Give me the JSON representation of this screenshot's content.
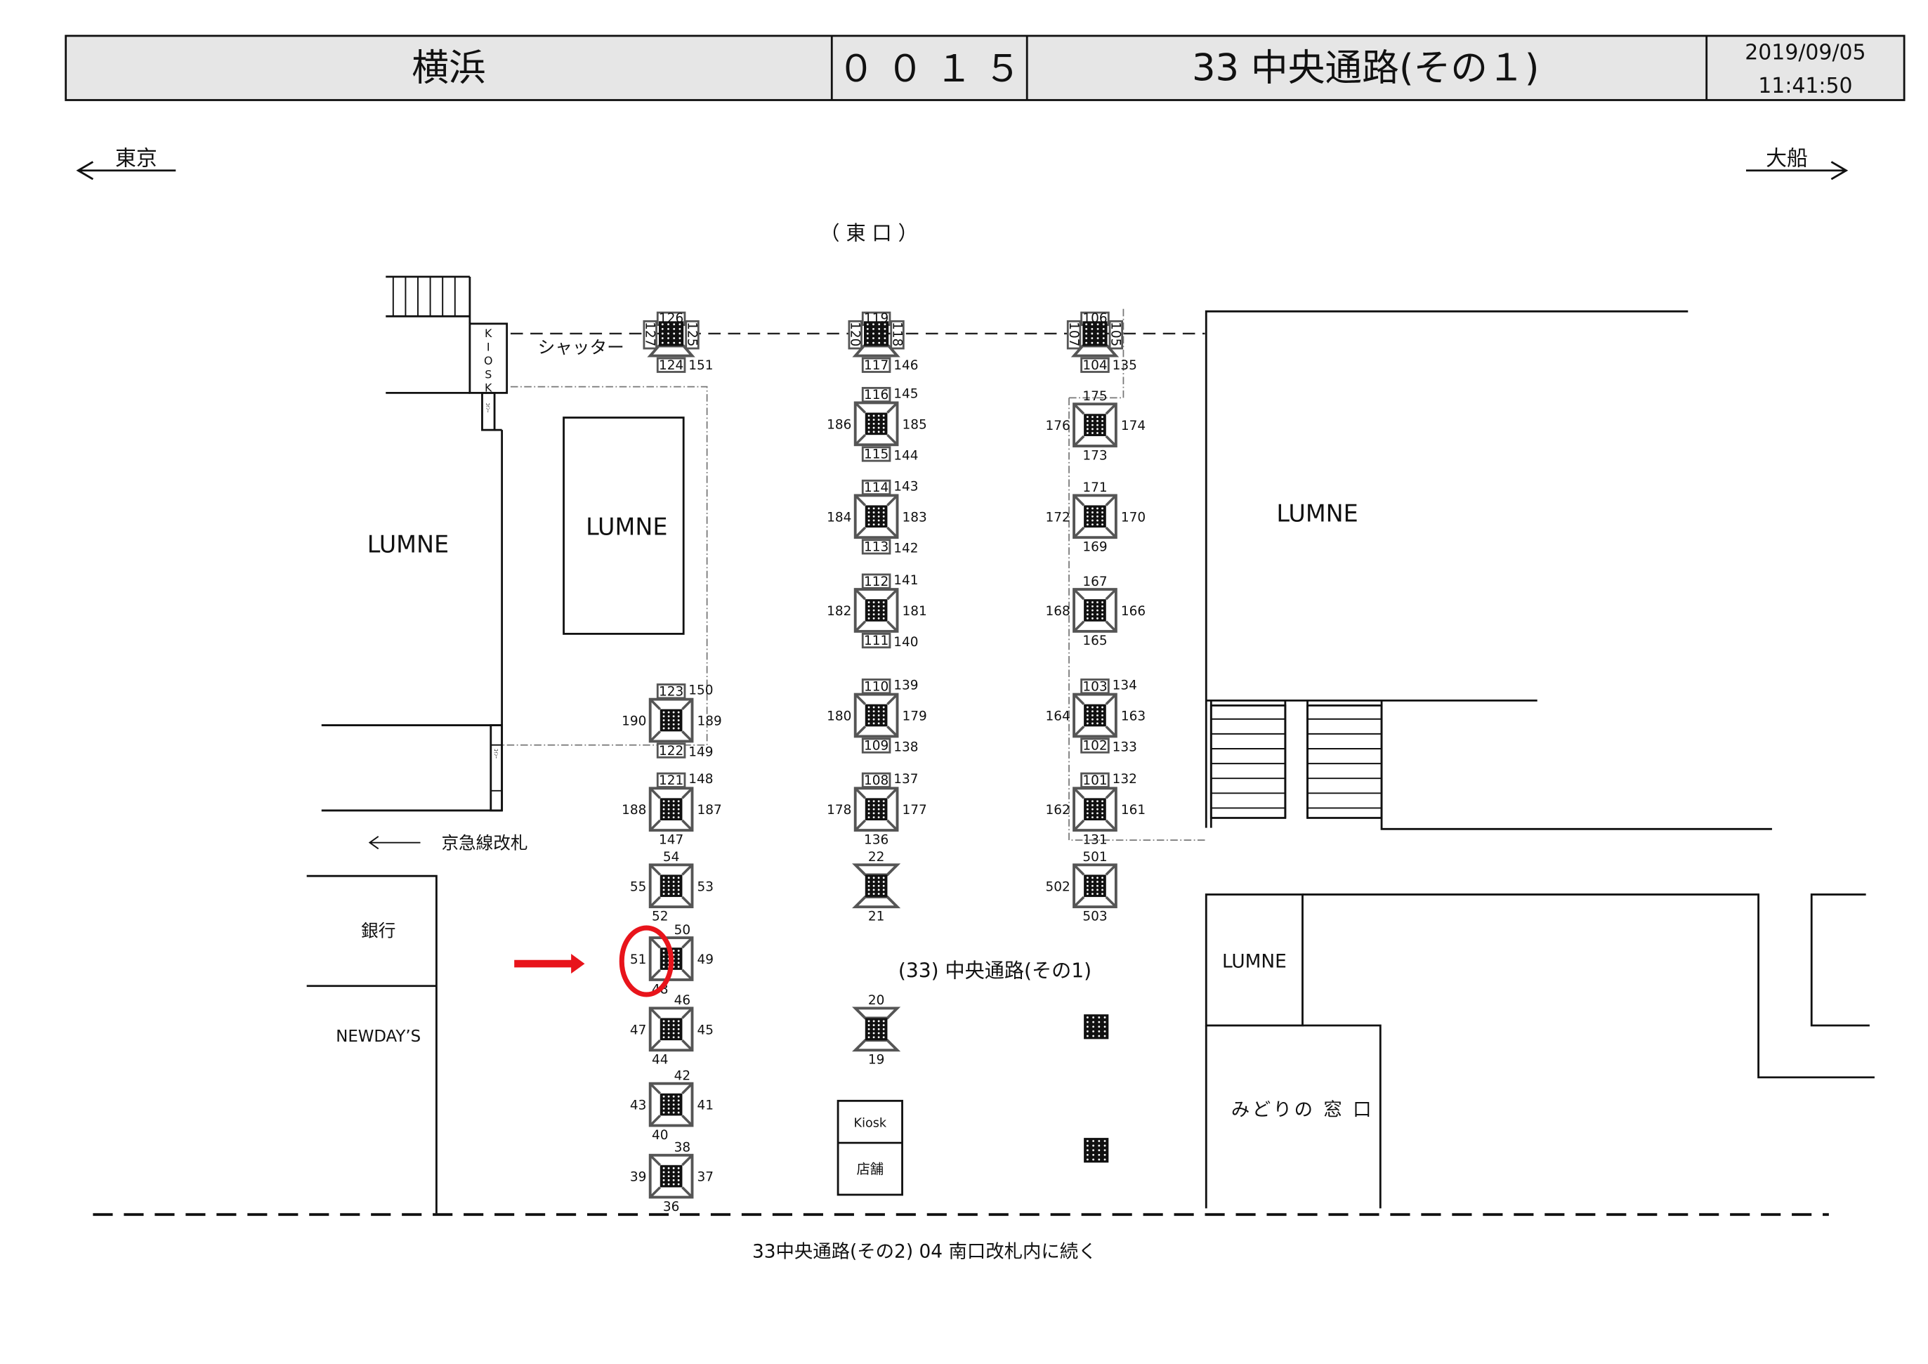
{
  "header": {
    "station": "横浜",
    "code": "０ ０ １ ５",
    "area": "33  中央通路(その１)",
    "date": "2019/09/05",
    "time": "11:41:50"
  },
  "directions": {
    "left": "東京",
    "right": "大船",
    "exit": "（ 東   口 ）"
  },
  "labels": {
    "shutter": "シャッター",
    "kiosk_vertical": [
      "K",
      "I",
      "O",
      "S",
      "K"
    ],
    "locker_small": "ｺｲﾝｰ",
    "lumne_left": "LUMNE",
    "lumne_center": "LUMNE",
    "lumne_right": "LUMNE",
    "lumne_lower": "LUMNE",
    "keikyu": "京急線改札",
    "bank": "銀行",
    "newdays": "NEWDAY’S",
    "kiosk": "Kiosk",
    "shop": "店舗",
    "midori": "みどりの 窓 口",
    "area_title": "(33) 中央通路(その1)",
    "footer": "33中央通路(その2)  04 南口改札内に続く"
  },
  "gates": [
    {
      "type": "cross",
      "top": "126",
      "left": "127",
      "right": "125",
      "bottom": "124",
      "extra": "151"
    },
    {
      "type": "full",
      "top": "123",
      "top_extra": "150",
      "top_boxed": true,
      "left": "190",
      "right": "189",
      "bottom": "122",
      "bottom_extra": "149",
      "bottom_boxed": true
    },
    {
      "type": "full",
      "top": "121",
      "top_extra": "148",
      "top_boxed": true,
      "left": "188",
      "right": "187",
      "bottom": "147"
    },
    {
      "type": "full",
      "top": "54",
      "left": "55",
      "right": "53",
      "bottom": "52"
    },
    {
      "type": "full",
      "top": "50",
      "left": "51",
      "right": "49",
      "bottom": "48",
      "highlighted": true
    },
    {
      "type": "full",
      "top": "46",
      "left": "47",
      "right": "45",
      "bottom": "44"
    },
    {
      "type": "full",
      "top": "42",
      "left": "43",
      "right": "41",
      "bottom": "40"
    },
    {
      "type": "full",
      "top": "38",
      "left": "39",
      "right": "37",
      "bottom": "36"
    },
    {
      "type": "cross",
      "top": "119",
      "left": "120",
      "right": "118",
      "bottom": "117",
      "extra": "146"
    },
    {
      "type": "full",
      "top": "116",
      "top_extra": "145",
      "top_boxed": true,
      "left": "186",
      "right": "185",
      "bottom": "115",
      "bottom_extra": "144",
      "bottom_boxed": true
    },
    {
      "type": "full",
      "top": "114",
      "top_extra": "143",
      "top_boxed": true,
      "left": "184",
      "right": "183",
      "bottom": "113",
      "bottom_extra": "142",
      "bottom_boxed": true
    },
    {
      "type": "full",
      "top": "112",
      "top_extra": "141",
      "top_boxed": true,
      "left": "182",
      "right": "181",
      "bottom": "111",
      "bottom_extra": "140",
      "bottom_boxed": true
    },
    {
      "type": "full",
      "top": "110",
      "top_extra": "139",
      "top_boxed": true,
      "left": "180",
      "right": "179",
      "bottom": "109",
      "bottom_extra": "138",
      "bottom_boxed": true
    },
    {
      "type": "full",
      "top": "108",
      "top_extra": "137",
      "top_boxed": true,
      "left": "178",
      "right": "177",
      "bottom": "136"
    },
    {
      "type": "hourglass",
      "top": "22",
      "bottom": "21"
    },
    {
      "type": "hourglass",
      "top": "20",
      "bottom": "19"
    },
    {
      "type": "cross",
      "top": "106",
      "left": "107",
      "right": "105",
      "bottom": "104",
      "extra": "135"
    },
    {
      "type": "full",
      "top": "175",
      "left": "176",
      "right": "174",
      "bottom": "173"
    },
    {
      "type": "full",
      "top": "171",
      "left": "172",
      "right": "170",
      "bottom": "169"
    },
    {
      "type": "full",
      "top": "167",
      "left": "168",
      "right": "166",
      "bottom": "165"
    },
    {
      "type": "full",
      "top": "103",
      "top_extra": "134",
      "top_boxed": true,
      "left": "164",
      "right": "163",
      "bottom": "102",
      "bottom_extra": "133",
      "bottom_boxed": true
    },
    {
      "type": "full",
      "top": "101",
      "top_extra": "132",
      "top_boxed": true,
      "left": "162",
      "right": "161",
      "bottom": "131"
    },
    {
      "type": "full",
      "top": "501",
      "left": "502",
      "bottom": "503"
    },
    {
      "type": "plain"
    },
    {
      "type": "plain"
    }
  ],
  "colors": {
    "highlight": "#e8141b",
    "gate_frame": "#555555"
  }
}
